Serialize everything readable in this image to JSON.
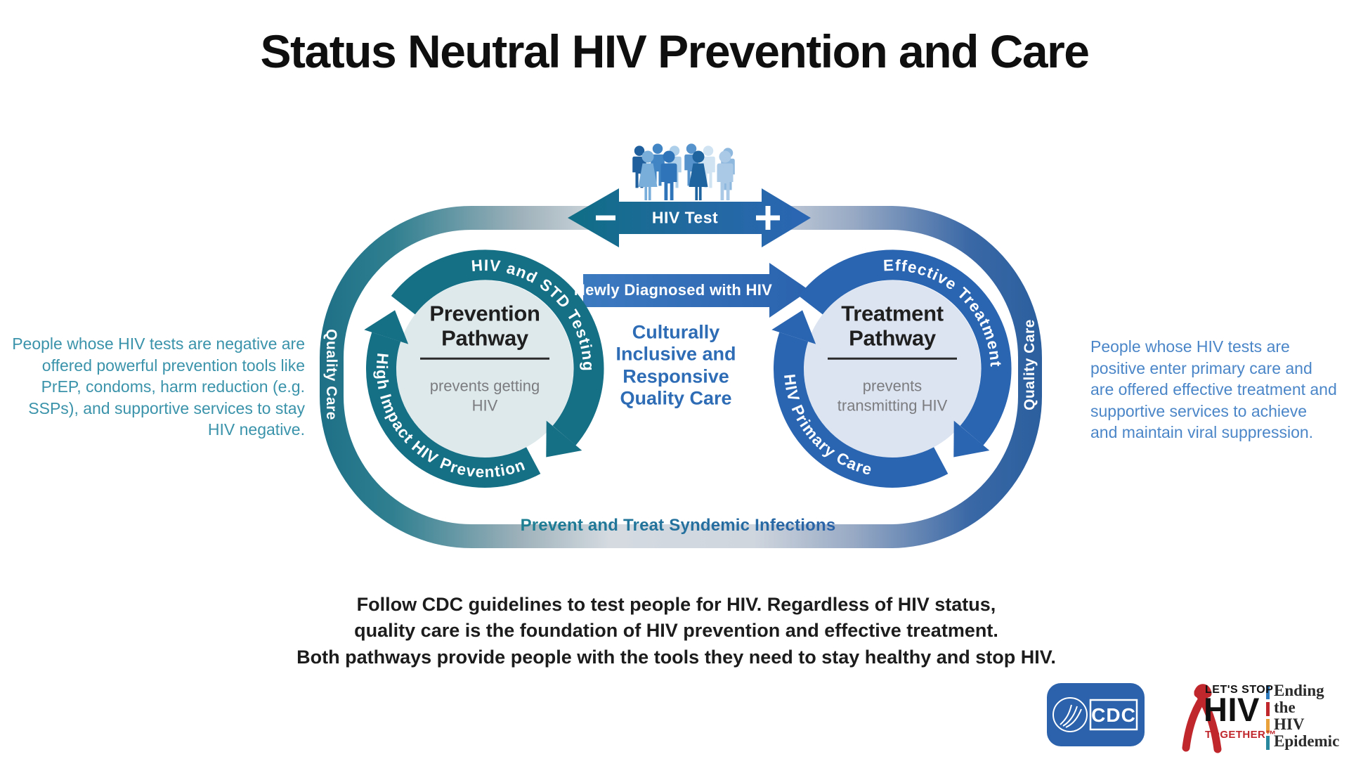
{
  "title": "Status Neutral HIV Prevention and Care",
  "hiv_test": {
    "label": "HIV Test",
    "negative_symbol": "−",
    "positive_symbol": "+"
  },
  "people": {
    "colors": [
      "#1f5f9e",
      "#4285c4",
      "#aecfe9",
      "#5693cc",
      "#cfe3f3",
      "#8fb8de",
      "#79aeda",
      "#2f74b8",
      "#1f649f",
      "#a9c9e7"
    ]
  },
  "loop": {
    "left_label": "Quality Care",
    "right_label": "Quality Care",
    "bottom_label": "Prevent and Treat Syndemic Infections",
    "teal_color": "#1e7086",
    "blue_color": "#2b5f9e"
  },
  "prevention": {
    "title": "Prevention Pathway",
    "subtitle": "prevents getting HIV",
    "arc_top": "HIV and STD Testing",
    "arc_bottom": "High Impact HIV Prevention",
    "ring_color": "#156f85",
    "inner_color": "#dee9ec"
  },
  "treatment": {
    "title": "Treatment Pathway",
    "subtitle": "prevents transmitting HIV",
    "arc_top": "Effective Treatment",
    "arc_bottom": "HIV Primary Care",
    "ring_color": "#2a65b2",
    "inner_color": "#dde4f1"
  },
  "center": {
    "arrow_label": "Newly Diagnosed with HIV",
    "quality_lines": [
      "Culturally",
      "Inclusive and",
      "Responsive",
      "Quality Care"
    ]
  },
  "notes": {
    "left": "People whose HIV tests are negative are offered powerful prevention tools like PrEP, condoms,  harm reduction (e.g. SSPs), and supportive services to stay HIV negative.",
    "right": "People whose HIV tests are positive enter primary care and are offered effective treatment and supportive services to achieve and maintain viral suppression."
  },
  "footer": {
    "lines": [
      "Follow CDC guidelines to test people for HIV. Regardless of HIV status,",
      "quality care is the foundation of HIV prevention and effective treatment.",
      "Both pathways provide people with the tools they need to stay healthy and stop HIV."
    ]
  },
  "logos": {
    "cdc": "CDC",
    "lets_stop": "LET'S STOP",
    "hiv": "HIV",
    "together": "TOGETHER™",
    "ribbon_color": "#c0272d",
    "ehe_lines": [
      "Ending",
      "the",
      "HIV",
      "Epidemic"
    ],
    "ehe_bar_colors": [
      "#2e7bbf",
      "#c0272d",
      "#e9a13b",
      "#27889e"
    ]
  }
}
